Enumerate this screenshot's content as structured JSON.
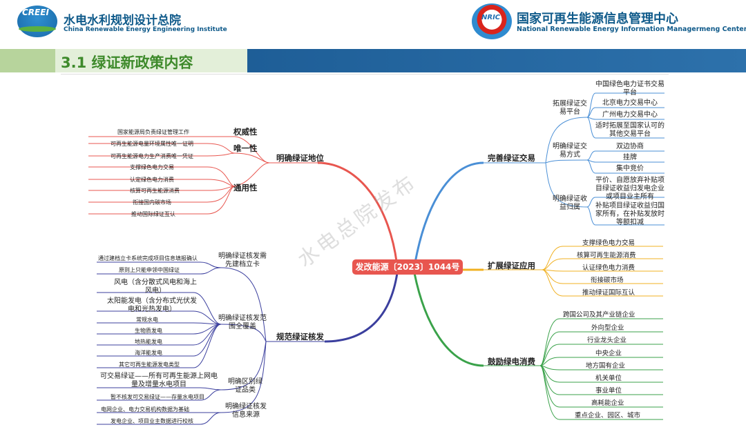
{
  "header": {
    "left_logo_text": "CREEI",
    "left_org_cn": "水电水利规划设计总院",
    "left_org_en": "China Renewable Energy Engineering Institute",
    "right_logo_text": "NRIC",
    "right_org_cn": "国家可再生能源信息管理中心",
    "right_org_en": "National Renewable Energy Information Managermeng Center"
  },
  "section_title": "3.1 绿证新政策内容",
  "watermark": "水电总院发布",
  "colors": {
    "red": "#e8564f",
    "blue": "#4a8fd6",
    "orange": "#f0b020",
    "green": "#3aa24a",
    "purple": "#3b3f9e",
    "navy": "#1e5e97"
  },
  "mindmap": {
    "center": "发改能源〔2023〕1044号",
    "left": [
      {
        "label": "明确绿证地位",
        "groups": [
          {
            "label": "权威性",
            "items": [
              "国家能源局负责绿证管理工作"
            ]
          },
          {
            "label": "唯一性",
            "items": [
              "可再生能源电量环境属性唯一证明",
              "可再生能源电力生产消费唯一凭证"
            ]
          },
          {
            "label": "通用性",
            "items": [
              "支撑绿色电力交易",
              "认定绿色电力消费",
              "核算可再生能源消费",
              "衔接国内碳市场",
              "推动国际绿证互认"
            ]
          }
        ]
      },
      {
        "label": "规范绿证核发",
        "groups": [
          {
            "label": "明确绿证核发需先建档立卡",
            "items": [
              "通过建档立卡系统完成项目信息填报确认",
              "原则上只能申领中国绿证"
            ]
          },
          {
            "label": "明确绿证核发范围全覆盖",
            "items": [
              "风电（含分散式风电和海上风电）",
              "太阳能发电（含分布式光伏发电和光热发电）",
              "常规水电",
              "生物质发电",
              "地热能发电",
              "海洋能发电",
              "其它可再生能源发电类型"
            ]
          },
          {
            "label": "明确区别绿证品类",
            "items": [
              "可交易绿证——所有可再生能源上网电量及增量水电项目",
              "暂不核发可交易绿证——存量水电项目"
            ]
          },
          {
            "label": "明确绿证核发信息来源",
            "items": [
              "电网企业、电力交易机构数据为基础",
              "发电企业、项目业主数据进行校核"
            ]
          }
        ]
      }
    ],
    "right": [
      {
        "label": "完善绿证交易",
        "groups": [
          {
            "label": "拓展绿证交易平台",
            "items": [
              "中国绿色电力证书交易平台",
              "北京电力交易中心",
              "广州电力交易中心",
              "适时拓展至国家认可的其他交易平台"
            ]
          },
          {
            "label": "明确绿证交易方式",
            "items": [
              "双边协商",
              "挂牌",
              "集中竞价"
            ]
          },
          {
            "label": "明确绿证收益归属",
            "items": [
              "平价、自愿放弃补贴项目绿证收益归发电企业或项目业主所有",
              "补贴项目绿证收益归国家所有，在补贴发放时等额扣减"
            ]
          }
        ]
      },
      {
        "label": "扩展绿证应用",
        "items": [
          "支撑绿色电力交易",
          "核算可再生能源消费",
          "认证绿色电力消费",
          "衔接碳市场",
          "推动绿证国际互认"
        ]
      },
      {
        "label": "鼓励绿电消费",
        "items": [
          "跨国公司及其产业链企业",
          "外向型企业",
          "行业龙头企业",
          "中央企业",
          "地方国有企业",
          "机关单位",
          "事业单位",
          "高耗能企业",
          "重点企业、园区、城市"
        ]
      }
    ]
  }
}
